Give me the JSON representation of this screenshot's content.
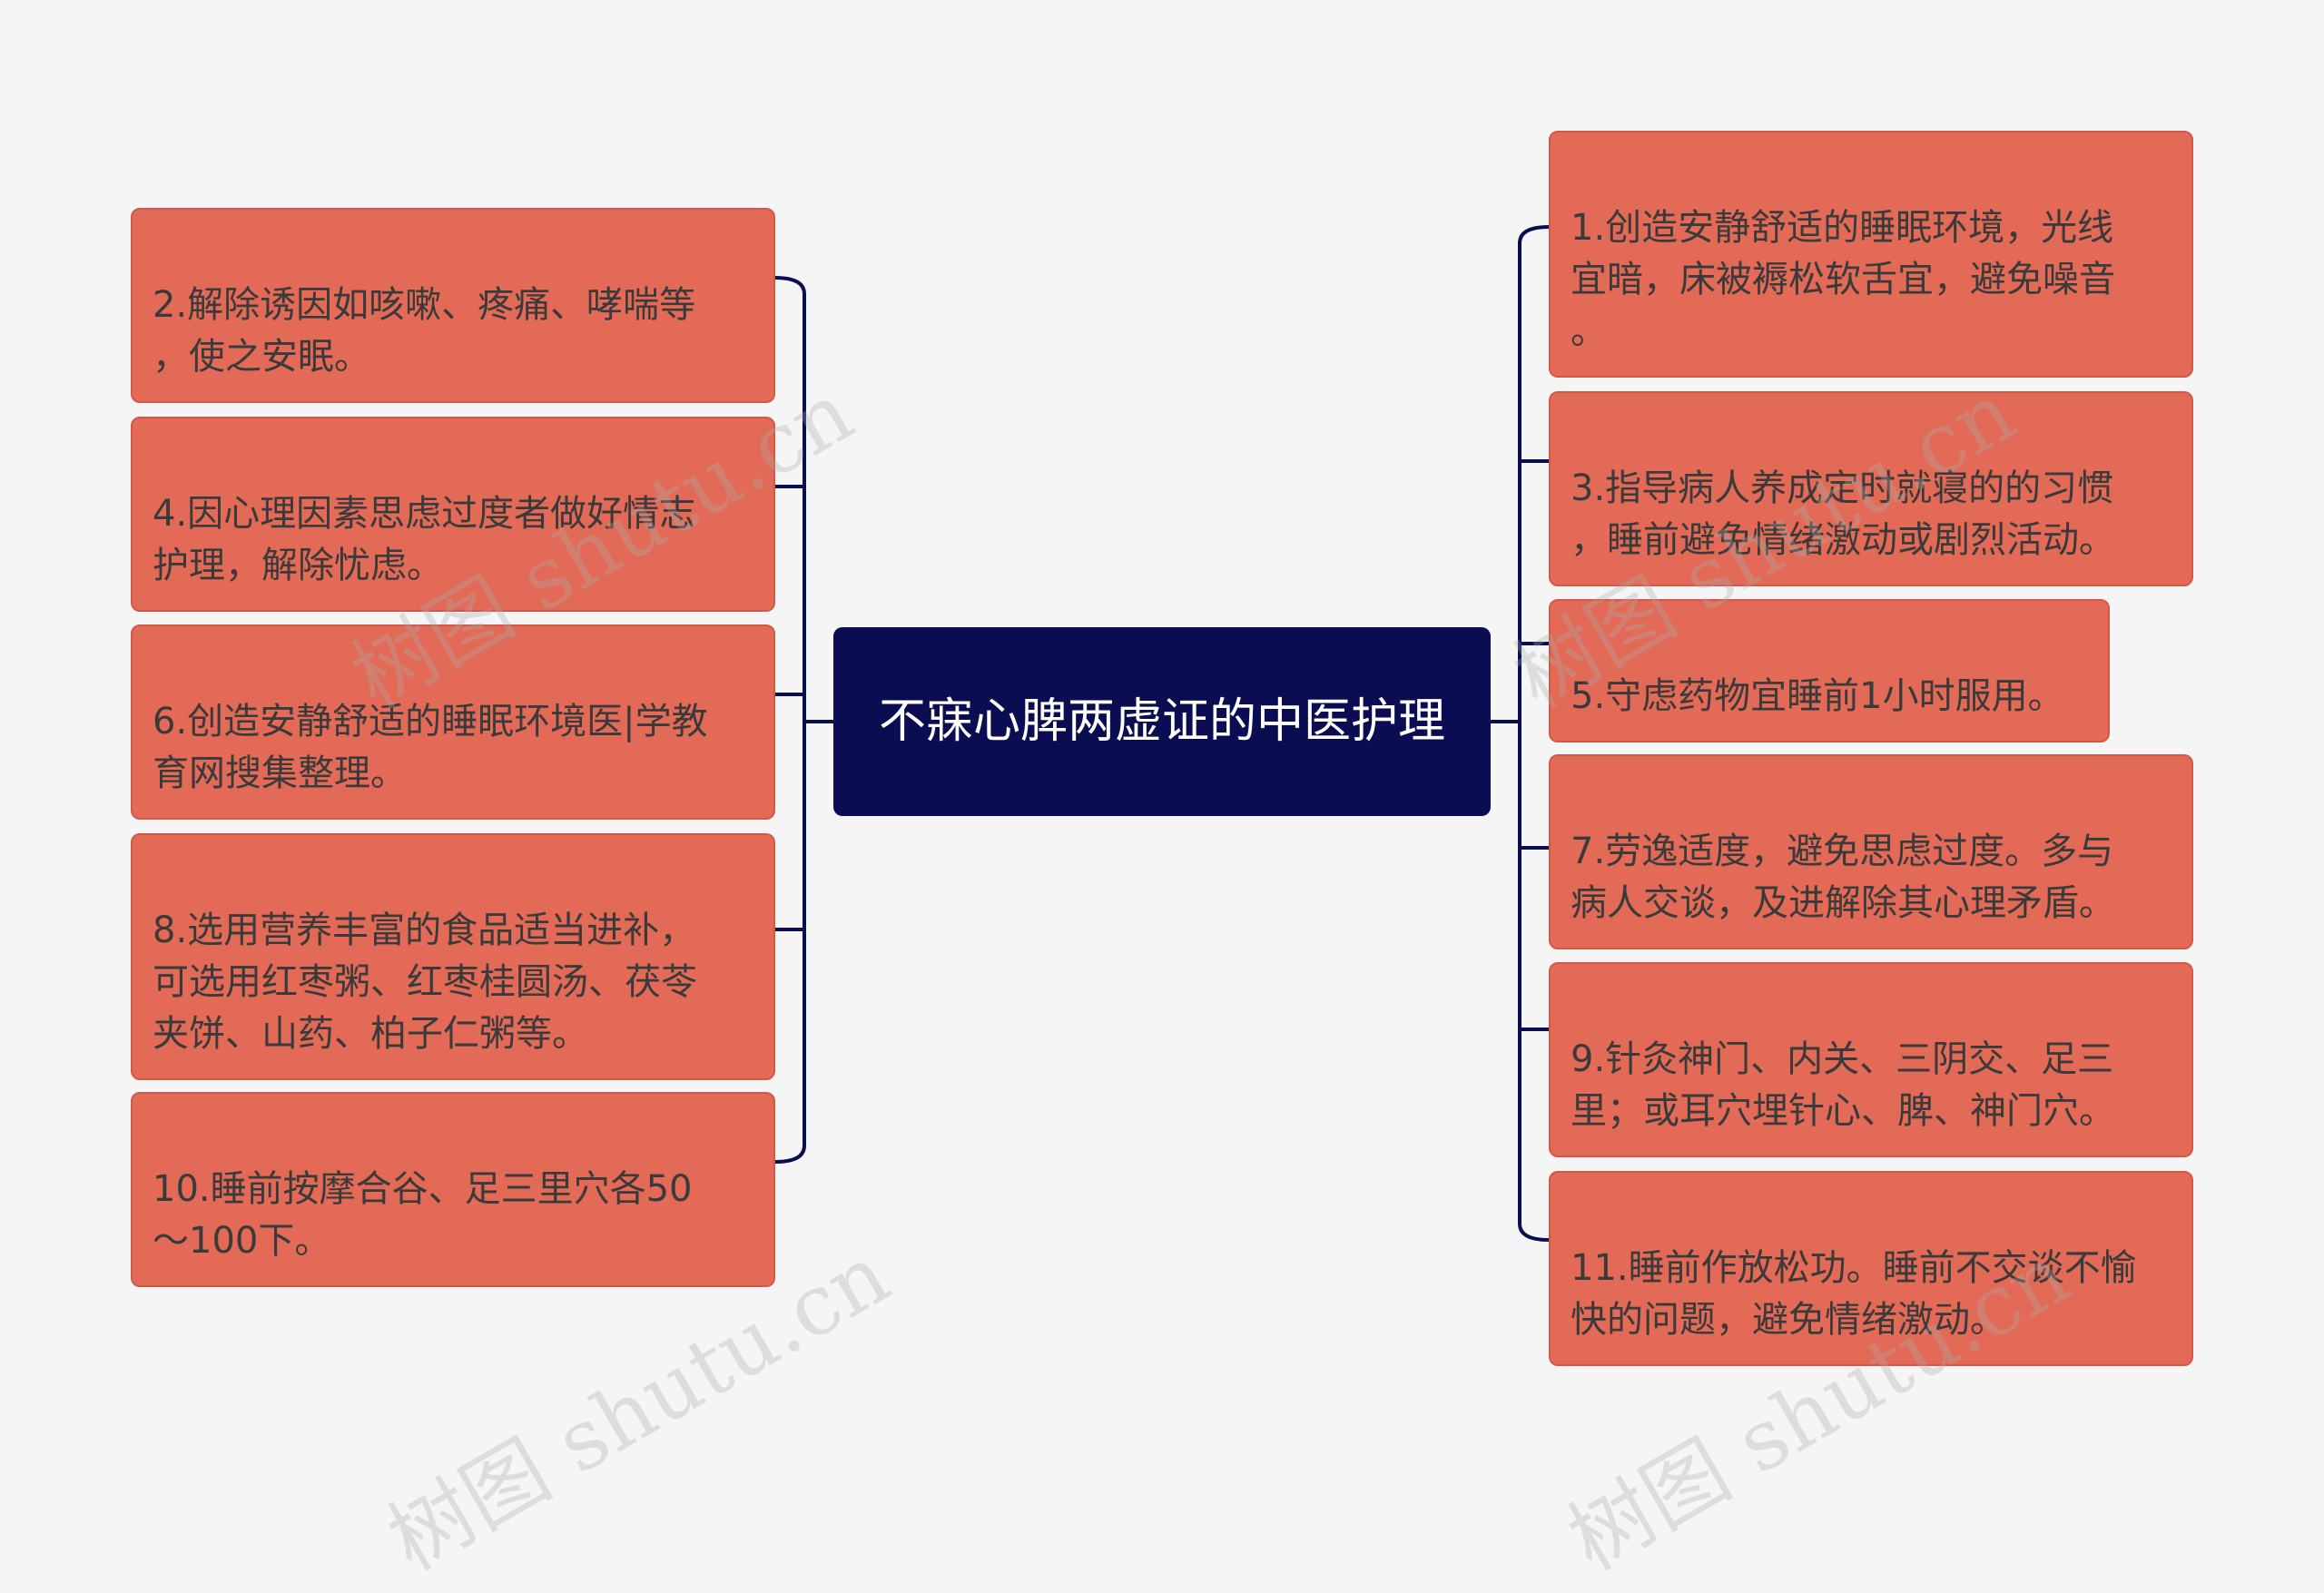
{
  "root": {
    "title": "不寐心脾两虚证的中医护理"
  },
  "left_branches": [
    {
      "text": "2.解除诱因如咳嗽、疼痛、哮喘等\n，使之安眠。"
    },
    {
      "text": "4.因心理因素思虑过度者做好情志\n护理，解除忧虑。"
    },
    {
      "text": "6.创造安静舒适的睡眠环境医|学教\n育网搜集整理。"
    },
    {
      "text": "8.选用营养丰富的食品适当进补，\n可选用红枣粥、红枣桂圆汤、茯苓\n夹饼、山药、柏子仁粥等。"
    },
    {
      "text": "10.睡前按摩合谷、足三里穴各50\n～100下。"
    }
  ],
  "right_branches": [
    {
      "text": "1.创造安静舒适的睡眠环境，光线\n宜暗，床被褥松软舌宜，避免噪音\n。"
    },
    {
      "text": "3.指导病人养成定时就寝的的习惯\n，睡前避免情绪激动或剧烈活动。"
    },
    {
      "text": "5.守虑药物宜睡前1小时服用。"
    },
    {
      "text": "7.劳逸适度，避免思虑过度。多与\n病人交谈，及进解除其心理矛盾。"
    },
    {
      "text": "9.针灸神门、内关、三阴交、足三\n里；或耳穴埋针心、脾、神门穴。"
    },
    {
      "text": "11.睡前作放松功。睡前不交谈不愉\n快的问题，避免情绪激动。"
    }
  ],
  "watermark": {
    "text": "树图 shutu.cn"
  },
  "colors": {
    "background": "#f5f5f5",
    "root_fill": "#0a0d52",
    "node_fill": "#e26a56",
    "connector": "#0a0d52"
  }
}
